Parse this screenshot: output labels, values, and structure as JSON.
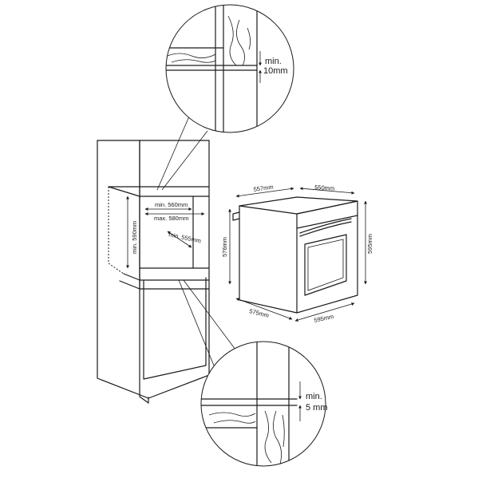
{
  "labels": {
    "top_min": "min.",
    "top_gap": "10mm",
    "bottom_min": "min.",
    "bottom_gap": "5 mm",
    "niche_width_min": "min. 560mm",
    "niche_width_max": "max. 580mm",
    "niche_height_min": "min. 590mm",
    "niche_depth_min": "min. 555mm",
    "oven_top_depth": "557mm",
    "oven_top_width": "550mm",
    "oven_height_body": "576mm",
    "oven_height_front": "595mm",
    "oven_depth_total": "575mm",
    "oven_width_front": "595mm"
  }
}
